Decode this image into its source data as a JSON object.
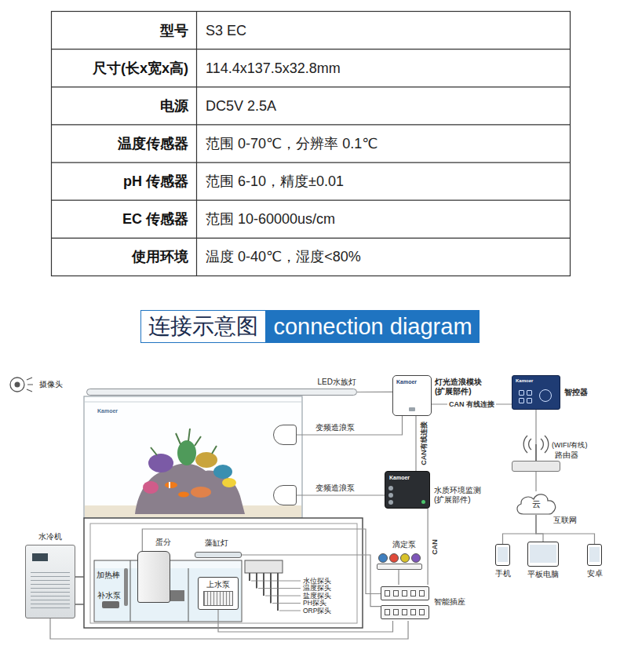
{
  "diagram": {
    "title": "连接示意图",
    "nodes": [
      {
        "text": [
          "LED水族灯"
        ]
      },
      {
        "text": [
          "Kamoer",
          "灯光造浪模块 (扩展部件)"
        ]
      },
      {
        "text": [
          "Kamoer",
          "智控器"
        ]
      },
      {
        "text": [
          "变频造浪泵"
        ]
      },
      {
        "text": [
          "(WIFI/有线)",
          "路由器"
        ]
      },
      {
        "text": [
          "Kamoer",
          "水质环境监测 (扩展部件)"
        ]
      },
      {
        "text": [
          "变频造浪泵"
        ]
      },
      {
        "text": [
          "云",
          "互联网"
        ]
      },
      {
        "text": [
          "水冷机"
        ]
      },
      {
        "text": [
          "蛋分"
        ]
      },
      {
        "text": [
          "藻缸灯"
        ]
      },
      {
        "text": [
          "手机"
        ]
      },
      {
        "text": [
          "平板电脑"
        ]
      },
      {
        "text": [
          "安卓"
        ]
      },
      {
        "text": [
          "滴定泵"
        ]
      },
      {
        "text": [
          "上水泵"
        ]
      },
      {
        "text": [
          "智能插座"
        ]
      },
      {
        "text": [
          "补水泵"
        ]
      }
    ],
    "edges": [
      {
        "from": 0,
        "to": 1,
        "arrow": "none"
      },
      {
        "from": 1,
        "to": 2,
        "label": "CAN 有线连接",
        "arrow": "none"
      },
      {
        "from": 1,
        "to": 5,
        "label": "CAN有线连接",
        "arrow": "none"
      },
      {
        "from": 3,
        "to": 1,
        "arrow": "none"
      },
      {
        "from": 6,
        "to": 5,
        "arrow": "none"
      },
      {
        "from": 2,
        "to": 4,
        "arrow": "none"
      },
      {
        "from": 4,
        "to": 7,
        "arrow": "none"
      },
      {
        "from": 7,
        "to": 11,
        "arrow": "none"
      },
      {
        "from": 7,
        "to": 12,
        "arrow": "none"
      },
      {
        "from": 7,
        "to": 13,
        "arrow": "none"
      },
      {
        "from": 5,
        "to": 16,
        "label": "CAN",
        "arrow": "none"
      },
      {
        "from": 14,
        "to": 16,
        "arrow": "none"
      },
      {
        "from": 8,
        "to": 16,
        "arrow": "none"
      },
      {
        "from": 9,
        "to": 16,
        "arrow": "none"
      },
      {
        "from": 10,
        "to": 16,
        "arrow": "none"
      },
      {
        "from": 15,
        "to": 16,
        "arrow": "none"
      }
    ],
    "labels": [
      "型号",
      "S3 EC",
      "尺寸(长x宽x高)",
      "114.4x137.5x32.8mm",
      "电源",
      "DC5V 2.5A",
      "温度传感器",
      "范围 0-70℃，分辨率 0.1℃",
      "pH 传感器",
      "范围 6-10，精度±0.01",
      "EC 传感器",
      "范围 10-60000us/cm",
      "使用环境",
      "温度 0-40℃，湿度<80%",
      "connection diagram",
      "摄像头",
      "Kamoer",
      "加热棒",
      "水位探头",
      "温度探头",
      "盐度探头",
      "PH探头",
      "ORP探头"
    ]
  }
}
